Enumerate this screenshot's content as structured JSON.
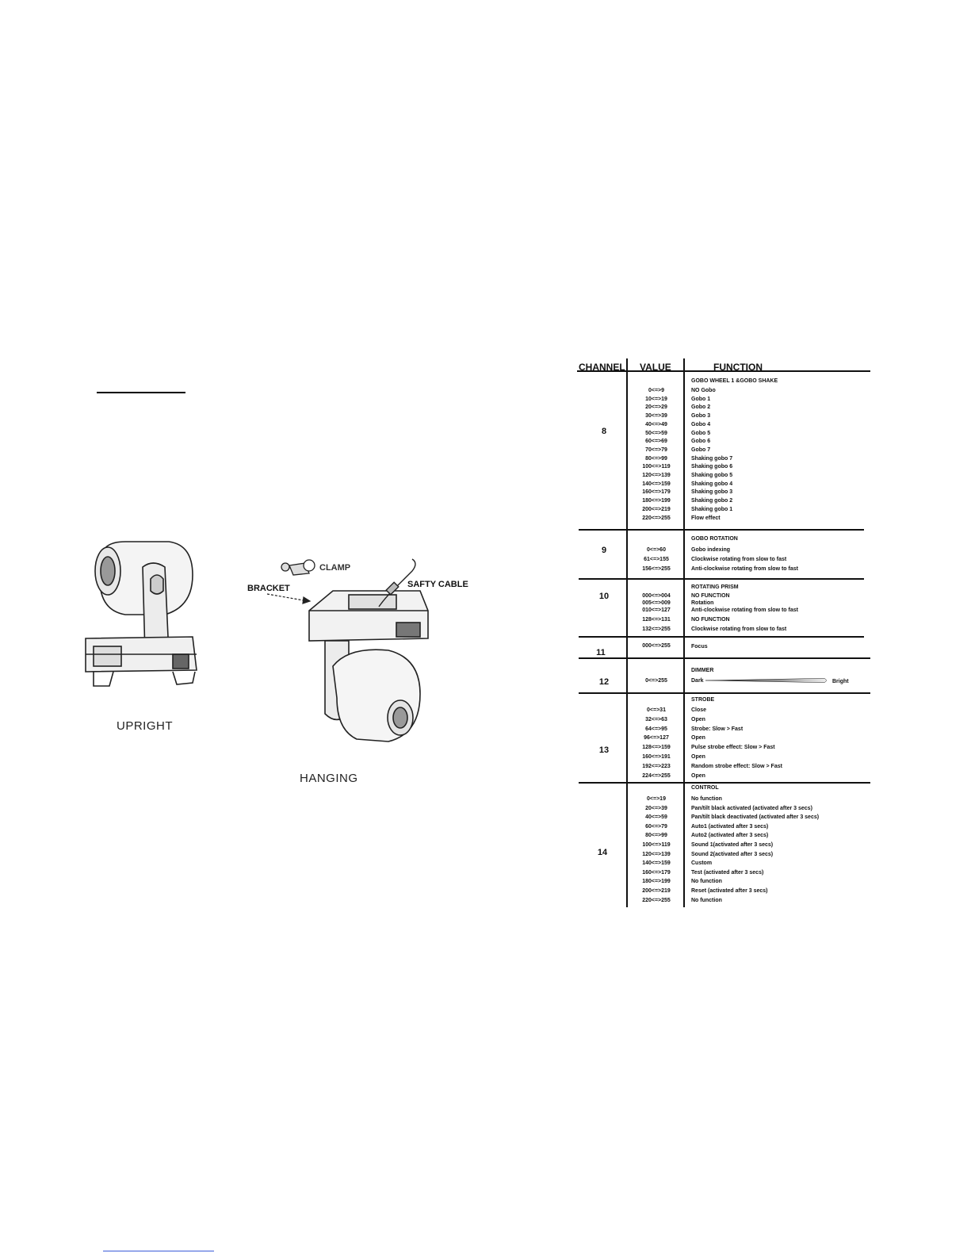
{
  "figures": {
    "upright_label": "UPRIGHT",
    "hanging_label": "HANGING",
    "clamp_label": "CLAMP",
    "bracket_label": "BRACKET",
    "safety_cable_label": "SAFTY CABLE"
  },
  "table": {
    "headers": {
      "channel": "CHANNEL",
      "value": "VALUE",
      "function": "FUNCTION"
    },
    "sections": [
      {
        "channel": "8",
        "title": "GOBO WHEEL 1 &GOBO SHAKE",
        "rows": [
          {
            "value": "0<=>9",
            "function": "NO Gobo"
          },
          {
            "value": "10<=>19",
            "function": "Gobo 1"
          },
          {
            "value": "20<=>29",
            "function": "Gobo 2"
          },
          {
            "value": "30<=>39",
            "function": "Gobo 3"
          },
          {
            "value": "40<=>49",
            "function": "Gobo 4"
          },
          {
            "value": "50<=>59",
            "function": "Gobo 5"
          },
          {
            "value": "60<=>69",
            "function": "Gobo 6"
          },
          {
            "value": "70<=>79",
            "function": "Gobo 7"
          },
          {
            "value": "80<=>99",
            "function": "Shaking gobo 7"
          },
          {
            "value": "100<=>119",
            "function": "Shaking gobo 6"
          },
          {
            "value": "120<=>139",
            "function": "Shaking gobo 5"
          },
          {
            "value": "140<=>159",
            "function": "Shaking gobo 4"
          },
          {
            "value": "160<=>179",
            "function": "Shaking gobo 3"
          },
          {
            "value": "180<=>199",
            "function": "Shaking gobo 2"
          },
          {
            "value": "200<=>219",
            "function": "Shaking gobo 1"
          },
          {
            "value": "220<=>255",
            "function": "Flow effect"
          }
        ]
      },
      {
        "channel": "9",
        "title": "GOBO ROTATION",
        "rows": [
          {
            "value": "0<=>60",
            "function": "Gobo indexing"
          },
          {
            "value": "61<=>155",
            "function": "Clockwise rotating from slow to fast"
          },
          {
            "value": "156<=>255",
            "function": "Anti-clockwise rotating from slow to fast"
          }
        ]
      },
      {
        "channel": "10",
        "title": "ROTATING PRISM",
        "rows": [
          {
            "value": "000<=>004",
            "function": "NO FUNCTION"
          },
          {
            "value": "005<=>009",
            "function": "Rotation"
          },
          {
            "value": "010<=>127",
            "function": "Anti-clockwise rotating from slow to fast"
          },
          {
            "value": "128<=>131",
            "function": "NO FUNCTION"
          },
          {
            "value": "132<=>255",
            "function": "Clockwise rotating from slow to fast"
          }
        ]
      },
      {
        "channel": "11",
        "title": "",
        "rows": [
          {
            "value": "000<=>255",
            "function": "Focus"
          }
        ]
      },
      {
        "channel": "12",
        "title": "DIMMER",
        "rows": [
          {
            "value": "0<=>255",
            "function": "Dark",
            "function_end": "Bright"
          }
        ]
      },
      {
        "channel": "13",
        "title": "STROBE",
        "rows": [
          {
            "value": "0<=>31",
            "function": "Close"
          },
          {
            "value": "32<=>63",
            "function": "Open"
          },
          {
            "value": "64<=>95",
            "function": "Strobe: Slow > Fast"
          },
          {
            "value": "96<=>127",
            "function": "Open"
          },
          {
            "value": "128<=>159",
            "function": "Pulse strobe effect: Slow > Fast"
          },
          {
            "value": "160<=>191",
            "function": "Open"
          },
          {
            "value": "192<=>223",
            "function": "Random strobe effect: Slow > Fast"
          },
          {
            "value": "224<=>255",
            "function": "Open"
          }
        ]
      },
      {
        "channel": "14",
        "title": "CONTROL",
        "rows": [
          {
            "value": "0<=>19",
            "function": "No function"
          },
          {
            "value": "20<=>39",
            "function": "Pan/tilt black activated (activated after 3 secs)"
          },
          {
            "value": "40<=>59",
            "function": "Pan/tilt black deactivated (activated after 3 secs)"
          },
          {
            "value": "60<=>79",
            "function": "Auto1 (activated after 3 secs)"
          },
          {
            "value": "80<=>99",
            "function": "Auto2 (activated after 3 secs)"
          },
          {
            "value": "100<=>119",
            "function": "Sound 1(activated after 3 secs)"
          },
          {
            "value": "120<=>139",
            "function": "Sound 2(activated after 3 secs)"
          },
          {
            "value": "140<=>159",
            "function": "Custom"
          },
          {
            "value": "160<=>179",
            "function": "Test (activated after 3 secs)"
          },
          {
            "value": "180<=>199",
            "function": "No function"
          },
          {
            "value": "200<=>219",
            "function": "Reset (activated after 3 secs)"
          },
          {
            "value": "220<=>255",
            "function": "No function"
          }
        ]
      }
    ]
  }
}
